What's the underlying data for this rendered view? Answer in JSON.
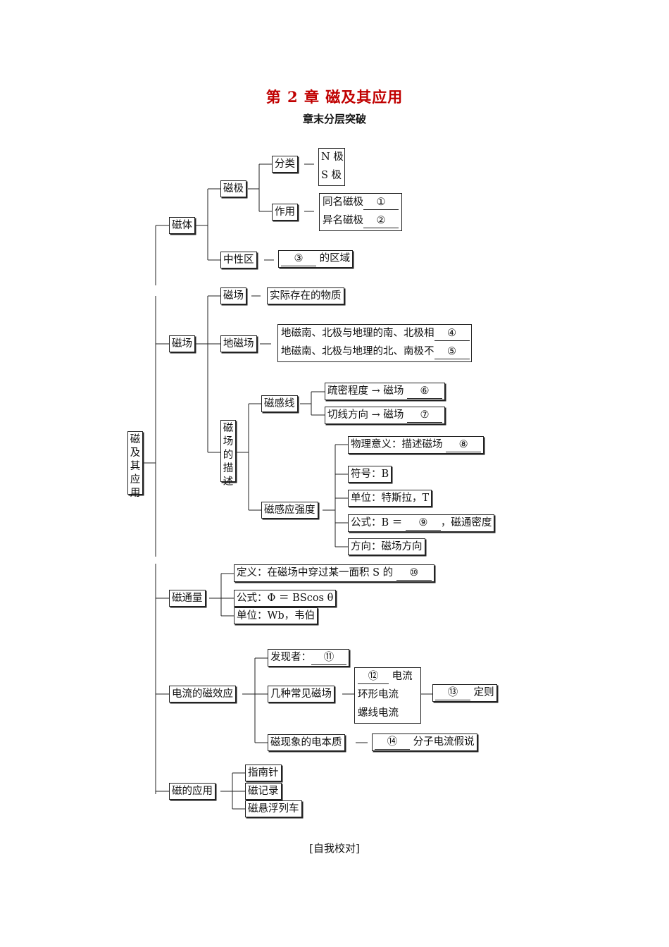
{
  "title": "第 2 章  磁及其应用",
  "subtitle": "章末分层突破",
  "root": "磁及其应用",
  "magnet": {
    "label": "磁体",
    "poles": {
      "label": "磁极",
      "classify": "分类",
      "n_pole": "N 极",
      "s_pole": "S 极",
      "action": "作用",
      "same": "同名磁极",
      "same_blank": "①",
      "diff": "异名磁极",
      "diff_blank": "②"
    },
    "neutral": {
      "label": "中性区",
      "blank": "③",
      "suffix": "的区域"
    }
  },
  "field": {
    "label": "磁场",
    "real": "实际存在的物质",
    "earth": {
      "label": "地磁场",
      "line1": "地磁南、北极与地理的南、北极相",
      "blank1": "④",
      "line2": "地磁南、北极与地理的北、南极不",
      "blank2": "⑤"
    },
    "desc": {
      "label": "磁场的描述",
      "lines": {
        "label": "磁感线",
        "density": "疏密程度 → 磁场",
        "blank_density": "⑥",
        "tangent": "切线方向 → 磁场",
        "blank_tangent": "⑦"
      },
      "intensity": {
        "label": "磁感应强度",
        "meaning": "物理意义：描述磁场",
        "blank_meaning": "⑧",
        "symbol": "符号：B",
        "unit": "单位：特斯拉，T",
        "formula_pre": "公式：B ＝",
        "blank_formula": "⑨",
        "formula_post": "，磁通密度",
        "direction": "方向：磁场方向"
      }
    }
  },
  "flux": {
    "label": "磁通量",
    "definition": "定义：在磁场中穿过某一面积 S 的",
    "blank_def": "⑩",
    "formula": "公式：Φ ＝ BScos θ",
    "unit": "单位：Wb，韦伯"
  },
  "current_effect": {
    "label": "电流的磁效应",
    "discoverer": "发现者：",
    "blank_discoverer": "⑪",
    "common": {
      "label": "几种常见磁场",
      "blank_straight": "⑫",
      "straight_suffix": "电流",
      "ring": "环形电流",
      "solenoid": "螺线电流",
      "blank_rule": "⑬",
      "rule_suffix": "定则"
    },
    "essence": {
      "label": "磁现象的电本质",
      "blank": "⑭",
      "suffix": "分子电流假说"
    }
  },
  "application": {
    "label": "磁的应用",
    "items": [
      "指南针",
      "磁记录",
      "磁悬浮列车"
    ]
  },
  "footer": "[自我校对]"
}
